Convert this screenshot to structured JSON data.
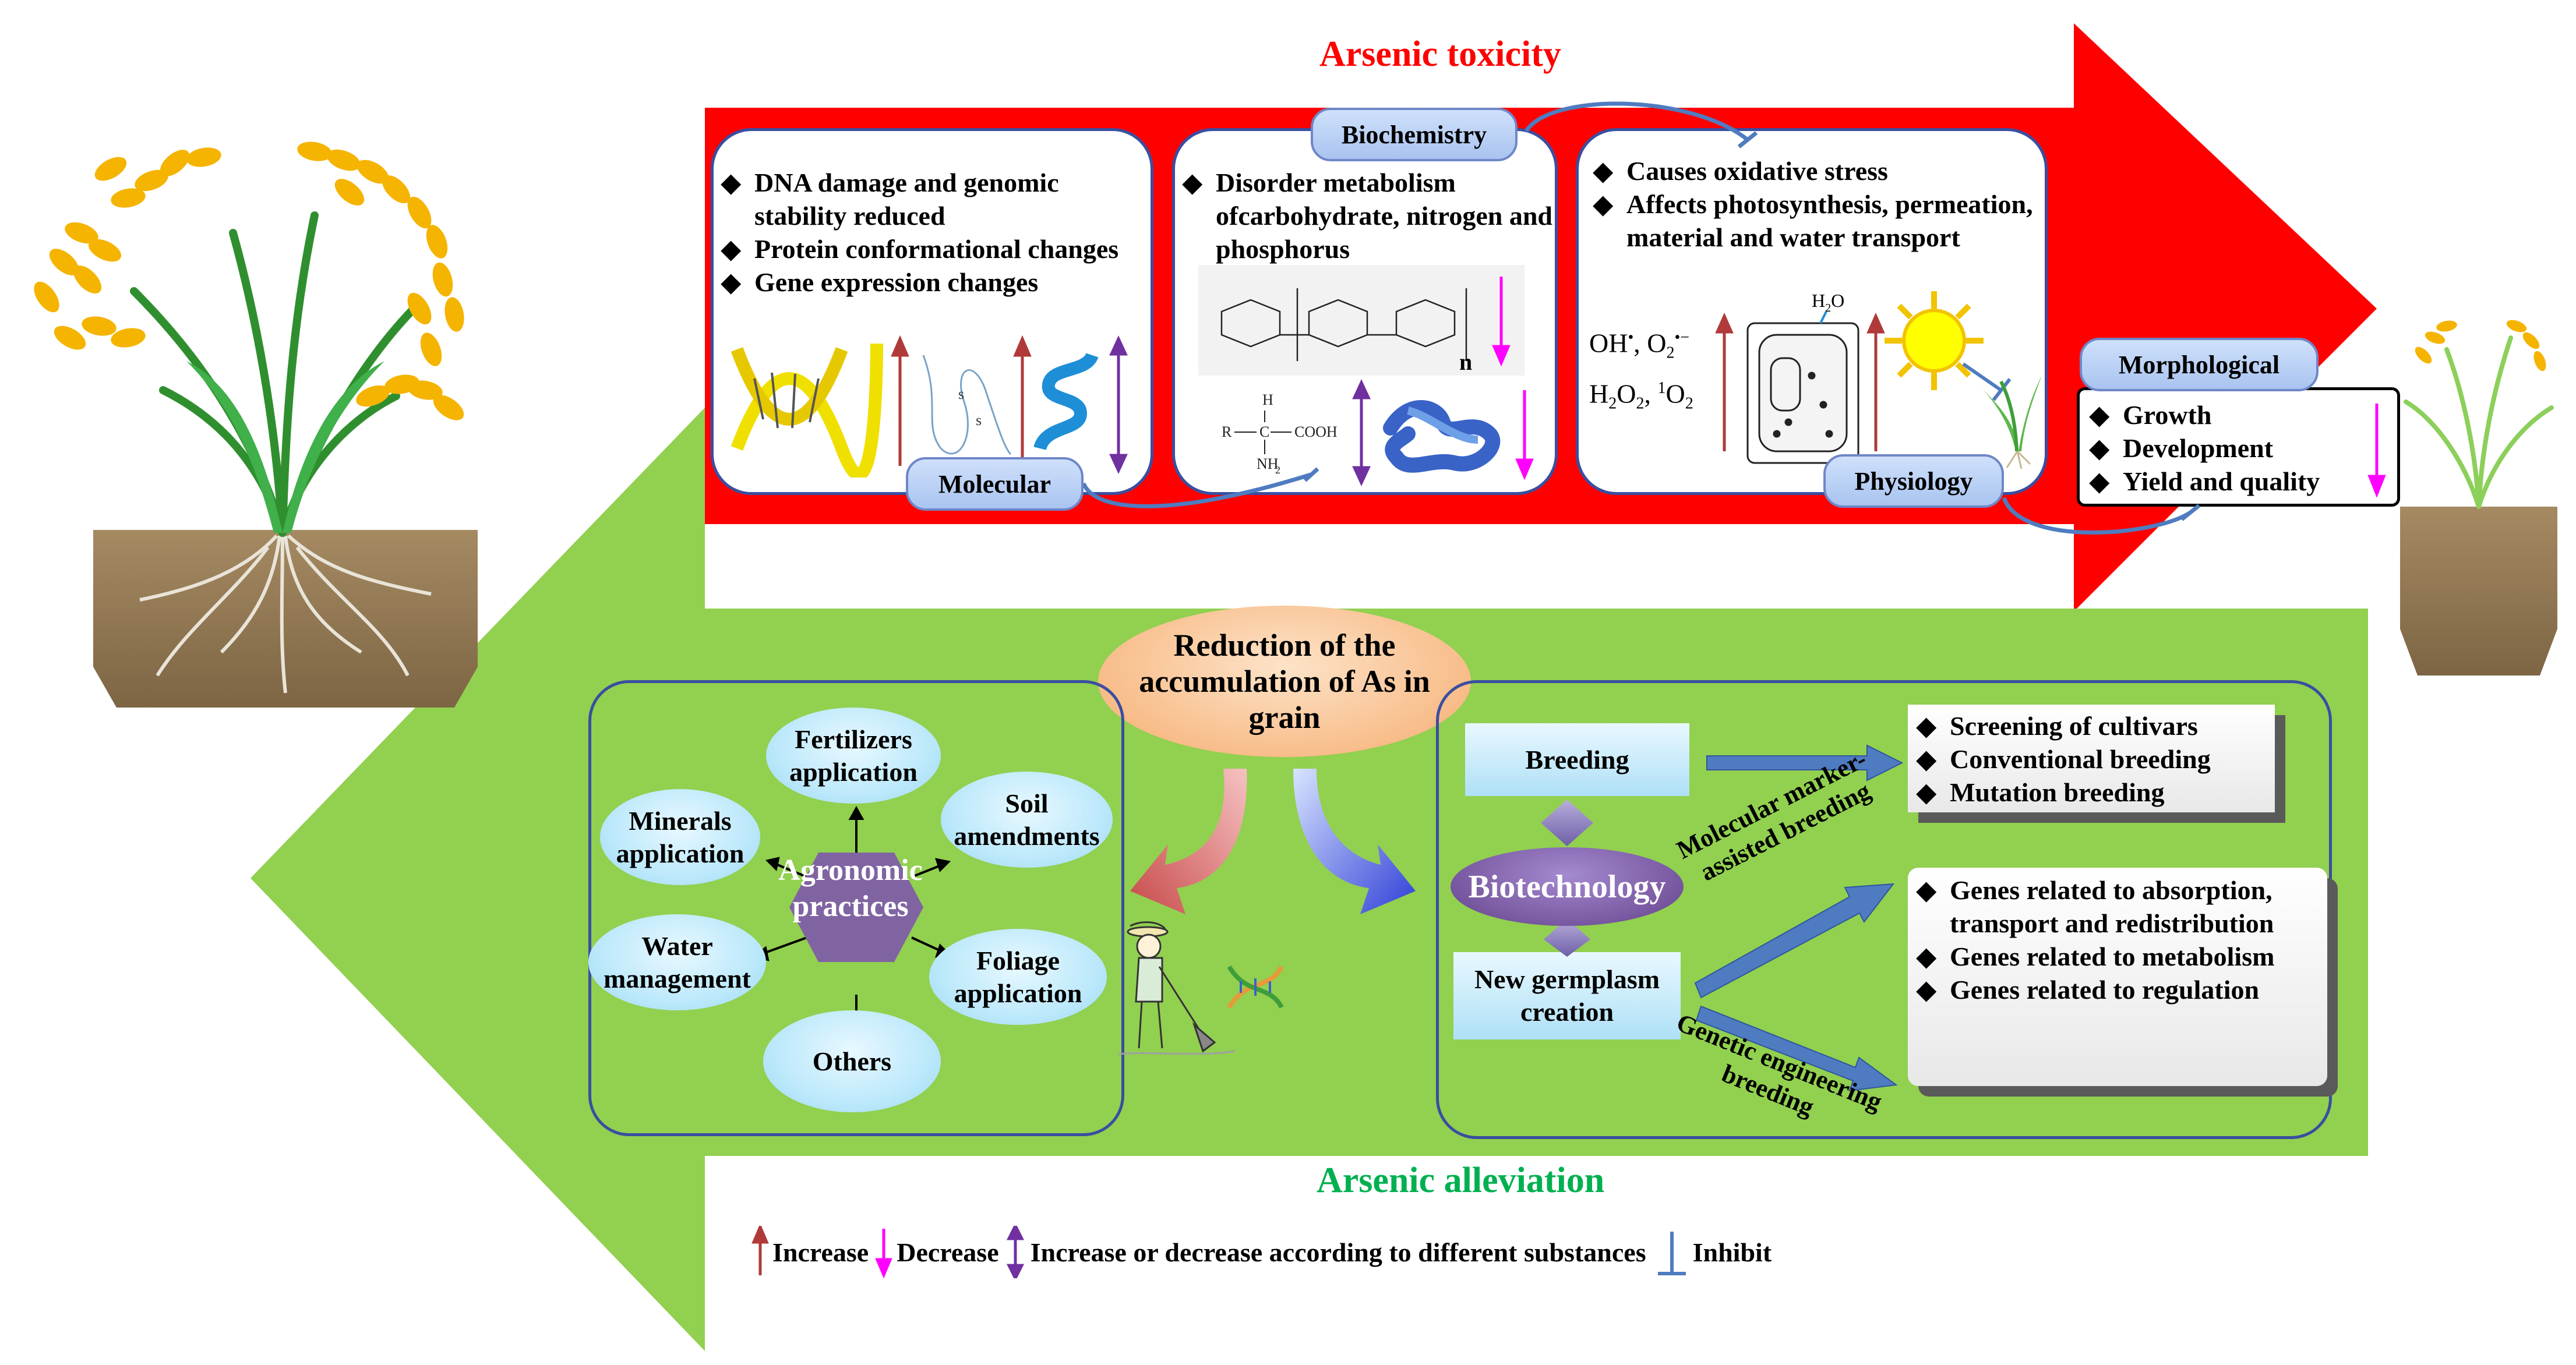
{
  "toxicity_title": "Arsenic toxicity",
  "alleviation_title": "Arsenic alleviation",
  "molecular": {
    "label": "Molecular",
    "items": [
      "DNA damage and genomic stability reduced",
      "Protein conformational changes",
      "Gene expression changes"
    ]
  },
  "biochemistry": {
    "label": "Biochemistry",
    "items": [
      "Disorder metabolism ofcarbohydrate, nitrogen and phosphorus"
    ],
    "amino_acid": [
      "R",
      "C",
      "COOH",
      "H",
      "NH",
      "2"
    ],
    "n_label": "n"
  },
  "physiology": {
    "label": "Physiology",
    "items": [
      "Causes oxidative stress",
      "Affects photosynthesis, permeation, material and water transport"
    ],
    "ros_line1_a": "OH",
    "ros_line1_b": "•",
    "ros_line1_c": ", O",
    "ros_line1_d": "2",
    "ros_line1_e": "•−",
    "ros_line2_a": "H",
    "ros_line2_b": "2",
    "ros_line2_c": "O",
    "ros_line2_d": "2",
    "ros_line2_e": ", ",
    "ros_line2_f": "1",
    "ros_line2_g": "O",
    "ros_line2_h": "2",
    "h2o_a": "H",
    "h2o_b": "2",
    "h2o_c": "O"
  },
  "morphological": {
    "label": "Morphological",
    "items": [
      "Growth",
      "Development",
      "Yield and quality"
    ]
  },
  "reduction": "Reduction of the accumulation of As in grain",
  "agronomic": {
    "center": "Agronomic practices",
    "fertilizers": "Fertilizers application",
    "soil": "Soil amendments",
    "minerals": "Minerals application",
    "water": "Water management",
    "foliage": "Foliage application",
    "others": "Others"
  },
  "breeding": {
    "label": "Breeding",
    "items": [
      "Screening of cultivars",
      "Conventional breeding",
      "Mutation breeding"
    ]
  },
  "biotech": "Biotechnology",
  "germplasm": "New germplasm creation",
  "marker_line1": "Molecular marker-",
  "marker_line2": "assisted breeding",
  "genetic_line1": "Genetic engineering",
  "genetic_line2": "breeding",
  "genes": [
    "Genes related to absorption, transport and redistribution",
    "Genes related to metabolism",
    "Genes related to regulation"
  ],
  "legend": {
    "increase": "Increase",
    "decrease": "Decrease",
    "both": "Increase or decrease according to different substances",
    "inhibit": "Inhibit"
  },
  "colors": {
    "red": "#ff0000",
    "green": "#92d050",
    "panel_border": "#3a4ea0",
    "increase_arrow": "#b03a3a",
    "decrease_arrow": "#ff00ff",
    "both_arrow": "#7030a0",
    "agronomic_hex": "#8064a2",
    "biotech_ellipse": "#7b5ba3",
    "connector": "#4f7cc0"
  },
  "icons": {
    "diamond": "diamond-bullet-icon",
    "rice_large": "rice-plant-healthy-icon",
    "rice_small": "rice-plant-stunted-icon",
    "farmer": "farmer-icon",
    "dna": "dna-icon",
    "sun": "sun-icon",
    "cell": "plant-cell-icon",
    "seedling": "seedling-icon",
    "protein": "protein-icon"
  }
}
